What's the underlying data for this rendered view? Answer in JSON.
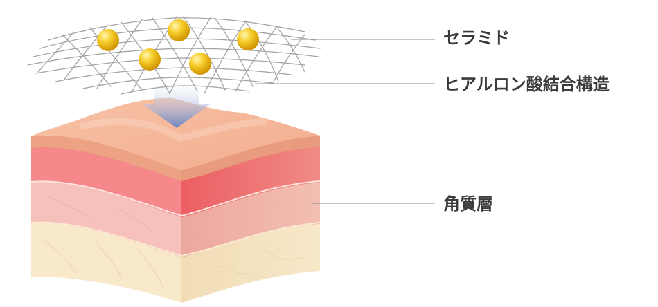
{
  "labels": {
    "ceramide": "セラミド",
    "hyaluronic": "ヒアルロン酸結合構造",
    "stratum": "角質層"
  },
  "colors": {
    "top_surface": "#f4b79a",
    "top_edge": "#e9a07d",
    "pink_layer": "#f27b7b",
    "light_pink_layer": "#f6b8b3",
    "cream_layer": "#f7e6c5",
    "ball": "#f2c01c",
    "mesh": "#9a9a9a",
    "arrow": "#6f88c9",
    "leader_line": "#8c8c8c",
    "label_text": "#3a3a3a"
  },
  "icons": {
    "arrow": "down-arrow-icon",
    "ball": "ceramide-ball-icon"
  }
}
